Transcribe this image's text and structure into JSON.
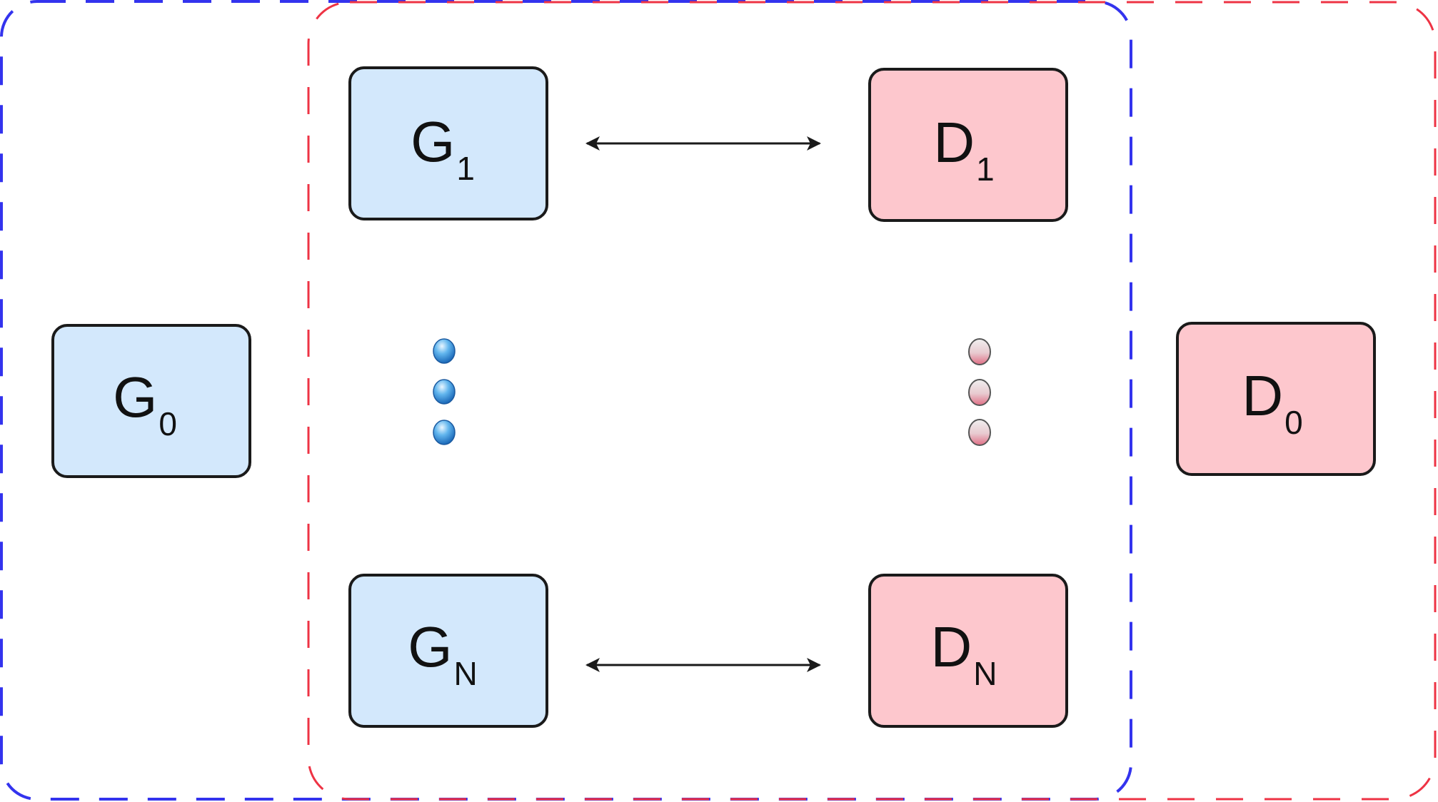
{
  "diagram": {
    "colors": {
      "generator_fill": "#d3e8fc",
      "discriminator_fill": "#fdc7cd",
      "box_stroke": "#1a1a1a",
      "blue_dash": "#3333ee",
      "red_dash": "#ee3344",
      "arrow": "#1a1a1a"
    },
    "nodes": {
      "g0": {
        "main": "G",
        "sub": "0"
      },
      "g1": {
        "main": "G",
        "sub": "1"
      },
      "gn": {
        "main": "G",
        "sub": "N"
      },
      "d0": {
        "main": "D",
        "sub": "0"
      },
      "d1": {
        "main": "D",
        "sub": "1"
      },
      "dn": {
        "main": "D",
        "sub": "N"
      }
    },
    "edges": [
      {
        "from": "g1",
        "to": "d1",
        "direction": "bidirectional"
      },
      {
        "from": "gn",
        "to": "dn",
        "direction": "bidirectional"
      }
    ],
    "groups": [
      {
        "name": "blue-dashed-group",
        "members": [
          "g0",
          "g1",
          "gn",
          "d1",
          "dn"
        ]
      },
      {
        "name": "red-dashed-group",
        "members": [
          "g1",
          "gn",
          "d1",
          "dn",
          "d0"
        ]
      }
    ],
    "ellipsis": {
      "generator_dots": 3,
      "discriminator_dots": 3
    }
  }
}
